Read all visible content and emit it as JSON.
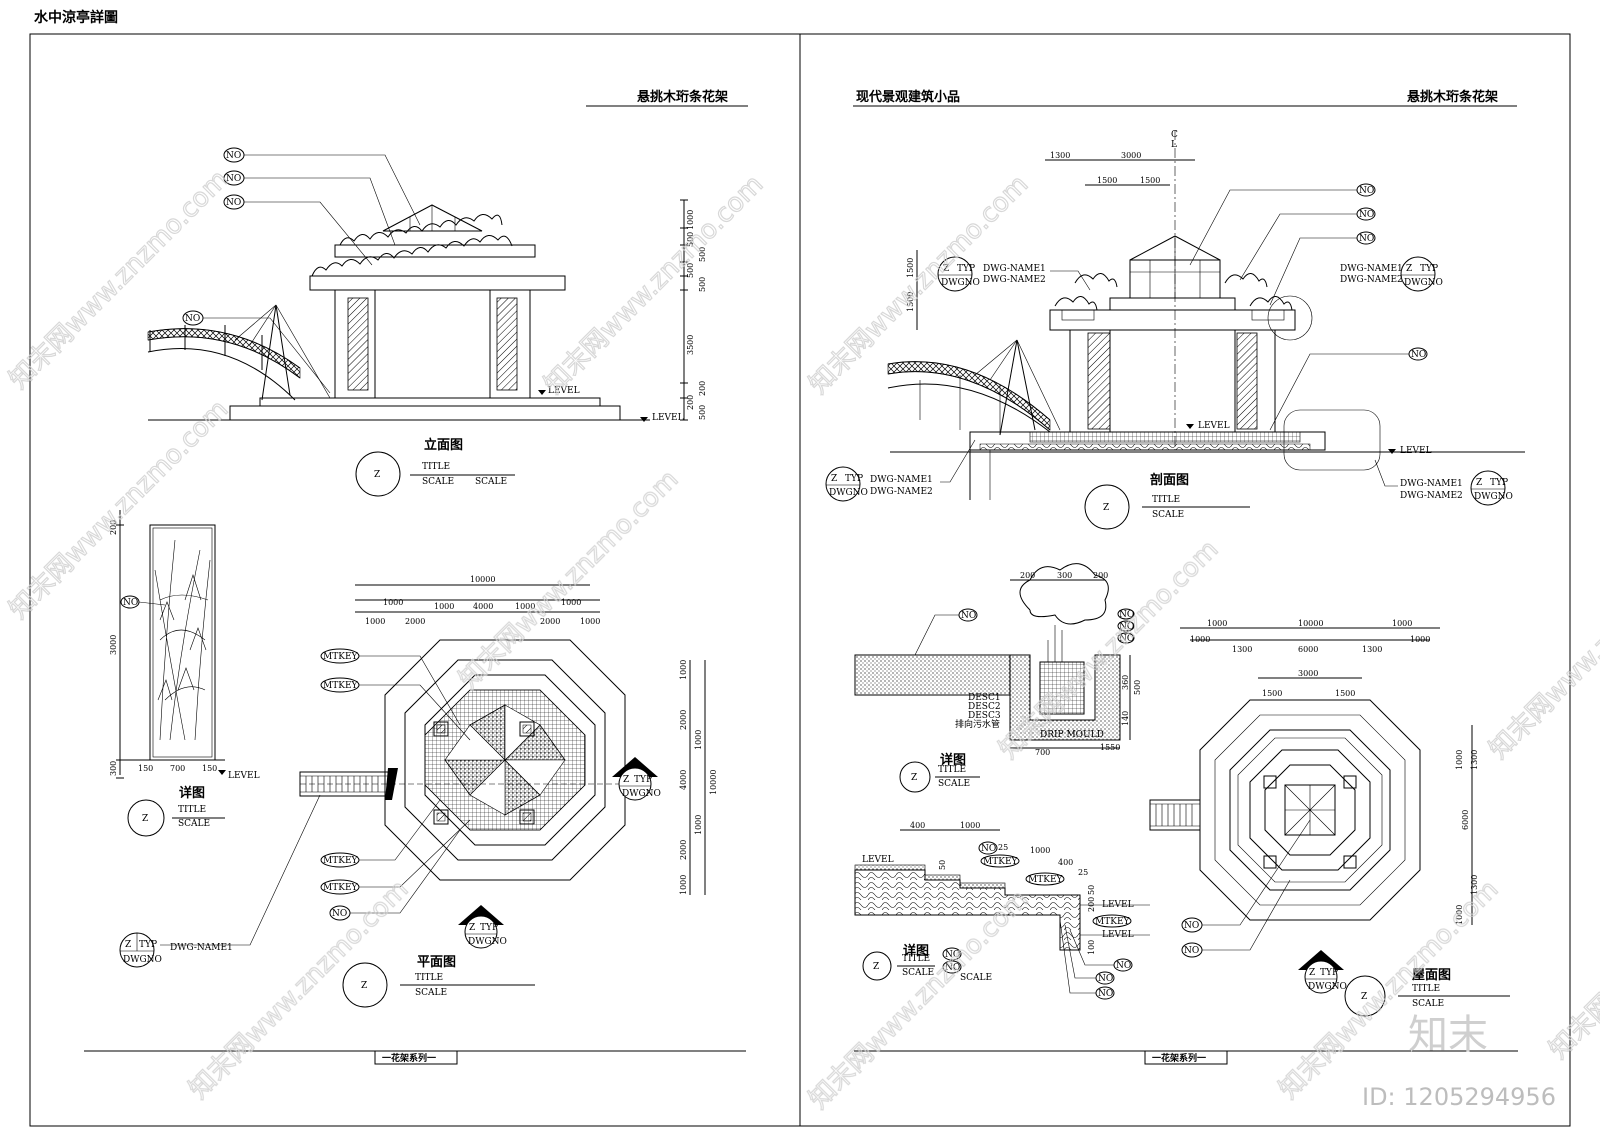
{
  "sheet_title": "水中涼亭詳圖",
  "left": {
    "heading": "悬挑木珩条花架",
    "elevation_title": "立面图",
    "detail_title": "详图",
    "plan_title": "平面图",
    "series_label": "一花架系列一"
  },
  "right": {
    "heading_left": "现代景观建筑小品",
    "heading_right": "悬挑木珩条花架",
    "section_title": "剖面图",
    "detail_title": "详图",
    "detail2_title": "详图",
    "roof_title": "屋面图",
    "series_label": "一花架系列一",
    "cl": "C\nL"
  },
  "labels": {
    "no": "NO",
    "z": "Z",
    "typ": "TYP",
    "dwgno": "DWGNO",
    "mtkey": "MTKEY",
    "title": "TITLE",
    "scale": "SCALE",
    "level": "LEVEL",
    "dwg_name1": "DWG-NAME1",
    "dwg_name2": "DWG-NAME2",
    "desc1": "DESC1",
    "desc2": "DESC2",
    "desc3": "DESC3",
    "drain": "排向污水管",
    "drip": "DRIP MOULD"
  },
  "dims": {
    "elev_v": [
      "1000",
      "500",
      "500",
      "500",
      "500",
      "3500",
      "200",
      "200",
      "500"
    ],
    "detail_v": [
      "200",
      "3000",
      "300"
    ],
    "detail_h": [
      "150",
      "700",
      "150"
    ],
    "plan_top": [
      "10000",
      "1000",
      "1000",
      "2000",
      "1000",
      "4000",
      "1000",
      "2000",
      "1000",
      "1000"
    ],
    "plan_v": [
      "1000",
      "2000",
      "1000",
      "4000",
      "10000",
      "1000",
      "2000",
      "1000"
    ],
    "sect_top": [
      "1300",
      "3000",
      "1500",
      "1500"
    ],
    "sect_v": [
      "1500",
      "1500"
    ],
    "det_r_top": [
      "200",
      "300",
      "200"
    ],
    "det_r_v": [
      "360",
      "500",
      "140"
    ],
    "det_r_bot": [
      "700",
      "1550"
    ],
    "det2_top": [
      "400",
      "1000",
      "1000",
      "400"
    ],
    "det2_small": [
      "50",
      "25",
      "25",
      "100",
      "200",
      "50"
    ],
    "roof_top": [
      "1000",
      "10000",
      "1000",
      "1000",
      "1300",
      "6000",
      "1300",
      "1000",
      "3000",
      "1500",
      "1500"
    ],
    "roof_v": [
      "1000",
      "1300",
      "6000",
      "1300",
      "1000"
    ]
  },
  "watermarks": {
    "text": "知末网www.znzmo.com",
    "brand": "知末",
    "id": "ID: 1205294956"
  }
}
